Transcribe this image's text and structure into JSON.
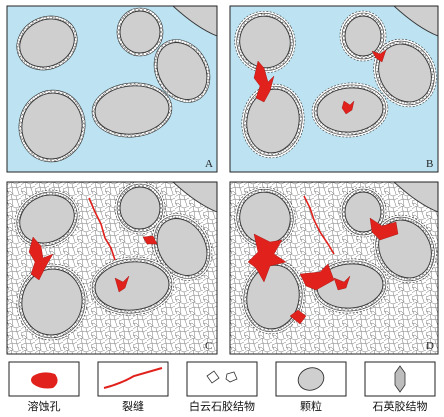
{
  "colors": {
    "pore_water": "#bde3f2",
    "grain": "#cfcfcf",
    "dissolution": "#e0211c",
    "outline": "#333333",
    "cement": "#ffffff"
  },
  "panels": [
    {
      "label": "A",
      "background": "pore_water",
      "dolomite_cement": false,
      "dissolution": false
    },
    {
      "label": "B",
      "background": "pore_water",
      "dolomite_cement": true,
      "dissolution": true
    },
    {
      "label": "C",
      "background": "cement",
      "dolomite_cement": true,
      "dissolution": true
    },
    {
      "label": "D",
      "background": "cement",
      "dolomite_cement": true,
      "dissolution": true
    }
  ],
  "legend": [
    {
      "id": "dissolution-pore",
      "label": "溶蚀孔",
      "icon": "red-blob-icon"
    },
    {
      "id": "fracture",
      "label": "裂缝",
      "icon": "red-crack-icon"
    },
    {
      "id": "dolomite-cement",
      "label": "白云石胶结物",
      "icon": "rhomb-crystal-icon"
    },
    {
      "id": "grain",
      "label": "颗粒",
      "icon": "grey-grain-icon"
    },
    {
      "id": "quartz-cement",
      "label": "石英胶结物",
      "icon": "hex-crystal-icon"
    }
  ]
}
